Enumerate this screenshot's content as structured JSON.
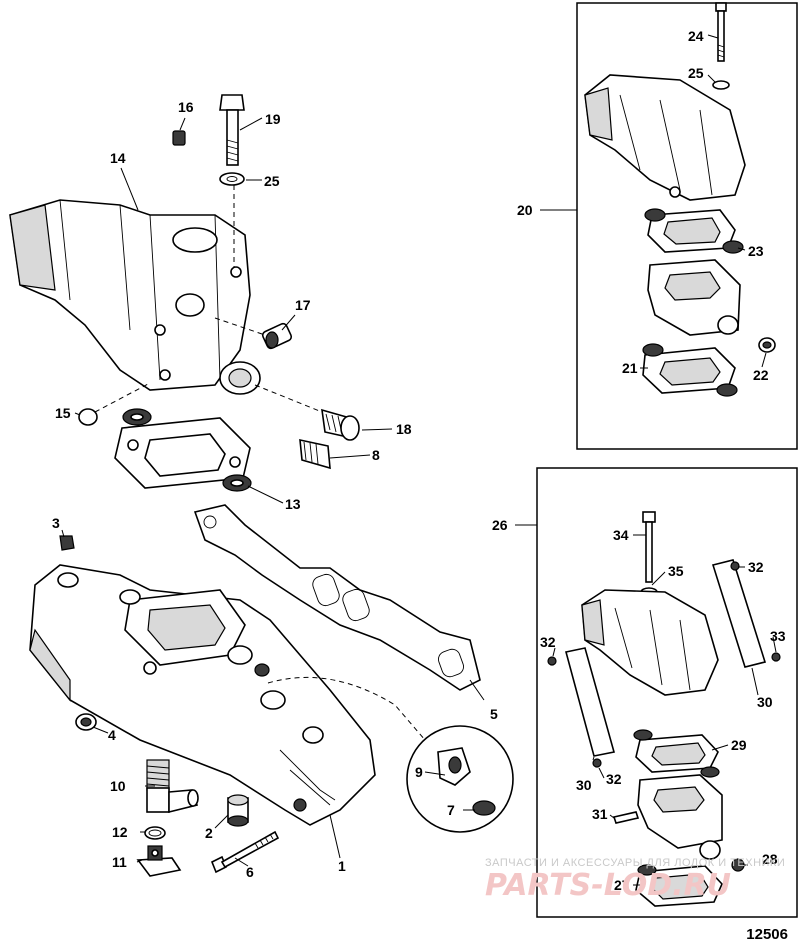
{
  "diagram": {
    "figure_number": "12506",
    "callouts": {
      "c1": "1",
      "c2": "2",
      "c3": "3",
      "c4": "4",
      "c5": "5",
      "c6": "6",
      "c7": "7",
      "c8": "8",
      "c9": "9",
      "c10": "10",
      "c11": "11",
      "c12": "12",
      "c13": "13",
      "c14": "14",
      "c15": "15",
      "c16": "16",
      "c17": "17",
      "c18": "18",
      "c19": "19",
      "c20": "20",
      "c21": "21",
      "c22": "22",
      "c23": "23",
      "c24": "24",
      "c25a": "25",
      "c25b": "25",
      "c26": "26",
      "c27": "27",
      "c28": "28",
      "c29": "29",
      "c30a": "30",
      "c30b": "30",
      "c31": "31",
      "c32a": "32",
      "c32b": "32",
      "c32c": "32",
      "c33": "33",
      "c34": "34",
      "c35": "35"
    },
    "watermark": {
      "small": "ЗАПЧАСТИ И АКСЕССУАРЫ ДЛЯ ЛОДОК И ТЕХНИКИ",
      "big": "PARTS-LOD.RU"
    }
  }
}
